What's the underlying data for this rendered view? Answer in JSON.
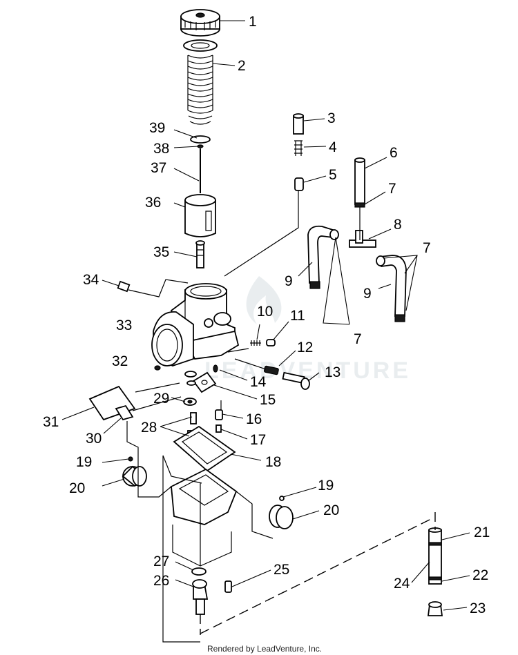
{
  "diagram": {
    "labels": {
      "p1": "1",
      "p2": "2",
      "p3": "3",
      "p4": "4",
      "p5": "5",
      "p6": "6",
      "p7a": "7",
      "p7b": "7",
      "p7c": "7",
      "p8": "8",
      "p9a": "9",
      "p9b": "9",
      "p10": "10",
      "p11": "11",
      "p12": "12",
      "p13": "13",
      "p14": "14",
      "p15": "15",
      "p16": "16",
      "p17": "17",
      "p18": "18",
      "p19a": "19",
      "p19b": "19",
      "p20a": "20",
      "p20b": "20",
      "p21": "21",
      "p22": "22",
      "p23": "23",
      "p24": "24",
      "p25": "25",
      "p26": "26",
      "p27": "27",
      "p28": "28",
      "p29": "29",
      "p30": "30",
      "p31": "31",
      "p32": "32",
      "p33": "33",
      "p34": "34",
      "p35": "35",
      "p36": "36",
      "p37": "37",
      "p38": "38",
      "p39": "39"
    },
    "watermark": "LEADVENTURE",
    "footer": "Rendered by LeadVenture, Inc."
  }
}
